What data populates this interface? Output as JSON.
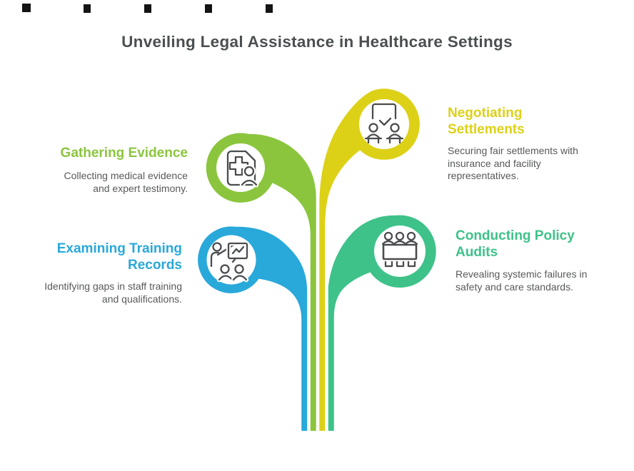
{
  "title": "Unveiling Legal Assistance in Healthcare Settings",
  "colors": {
    "green": "#8bc53e",
    "yellow": "#ddd118",
    "blue": "#29a8da",
    "teal": "#3ec289",
    "body_text": "#58595b",
    "title_text": "#4b4f51",
    "icon_stroke": "#4a4c4e"
  },
  "branches": [
    {
      "heading": "Gathering Evidence",
      "body": "Collecting medical evidence and expert testimony.",
      "icon": "medical-record-person-icon",
      "color": "#8bc53e",
      "side": "left"
    },
    {
      "heading": "Negotiating Settlements",
      "body": "Securing fair settlements with insurance and facility representatives.",
      "icon": "negotiation-table-icon",
      "color": "#ddd118",
      "side": "right"
    },
    {
      "heading": "Examining Training Records",
      "body": "Identifying gaps in staff training and qualifications.",
      "icon": "training-presentation-icon",
      "color": "#29a8da",
      "side": "left"
    },
    {
      "heading": "Conducting Policy Audits",
      "body": "Revealing systemic failures in safety and care standards.",
      "icon": "committee-meeting-icon",
      "color": "#3ec289",
      "side": "right"
    }
  ]
}
